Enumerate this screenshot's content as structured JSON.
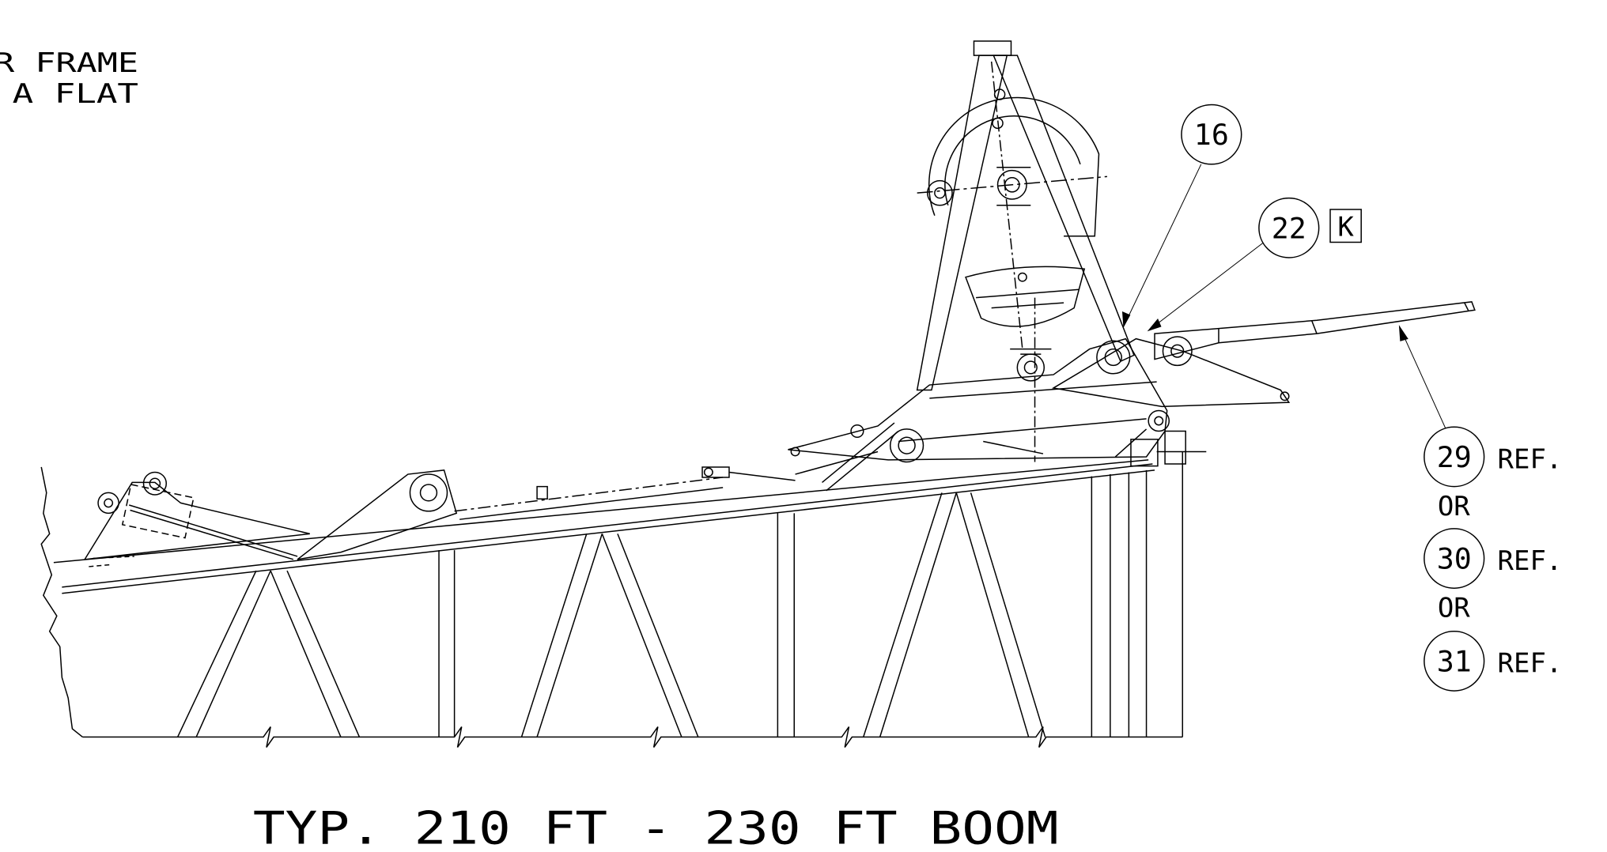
{
  "drawing": {
    "caption": "TYP. 210 FT - 230 FT BOOM",
    "corner_note": {
      "line1": "R FRAME",
      "line2": "A FLAT"
    },
    "callouts": {
      "item_16": "16",
      "item_22": "22",
      "item_22_tag": "K",
      "item_29": "29",
      "item_30": "30",
      "item_31": "31",
      "ref_29": "REF.",
      "ref_30": "REF.",
      "ref_31": "REF.",
      "or_1": "OR",
      "or_2": "OR"
    },
    "colors": {
      "ink": "#000000",
      "paper": "#ffffff"
    }
  }
}
